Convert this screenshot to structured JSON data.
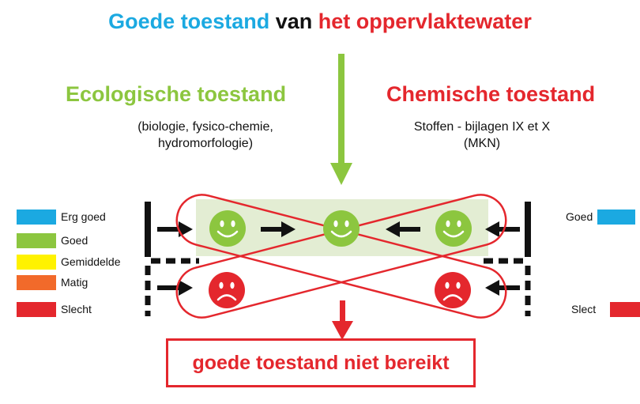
{
  "title": {
    "part1": "Goede toestand",
    "part2": " van ",
    "part3": "het oppervlaktewater"
  },
  "ecological": {
    "heading": "Ecologische toestand",
    "sub_line1": "(biologie, fysico-chemie,",
    "sub_line2": "hydromorfologie)"
  },
  "chemical": {
    "heading": "Chemische toestand",
    "sub_line1": "Stoffen - bijlagen IX et X",
    "sub_line2": "(MKN)"
  },
  "ecological_legend": [
    {
      "label": "Erg goed",
      "color": "#1ba9e1"
    },
    {
      "label": "Goed",
      "color": "#8cc63f"
    },
    {
      "label": "Gemiddelde",
      "color": "#fff200"
    },
    {
      "label": "Matig",
      "color": "#f26a2a"
    },
    {
      "label": "Slecht",
      "color": "#e4272d"
    }
  ],
  "chemical_legend": [
    {
      "label": "Goed",
      "color": "#1ba9e1"
    },
    {
      "label": "Slect",
      "color": "#e4272d"
    }
  ],
  "result": "goede toestand niet bereikt",
  "colors": {
    "blue": "#1ba9e1",
    "green": "#8cc63f",
    "red": "#e4272d",
    "black": "#111111",
    "pale_green": "#e3edd3"
  },
  "icons": [
    "happy-face-icon",
    "sad-face-icon",
    "arrow-down-icon",
    "arrow-right-icon",
    "arrow-left-icon"
  ]
}
